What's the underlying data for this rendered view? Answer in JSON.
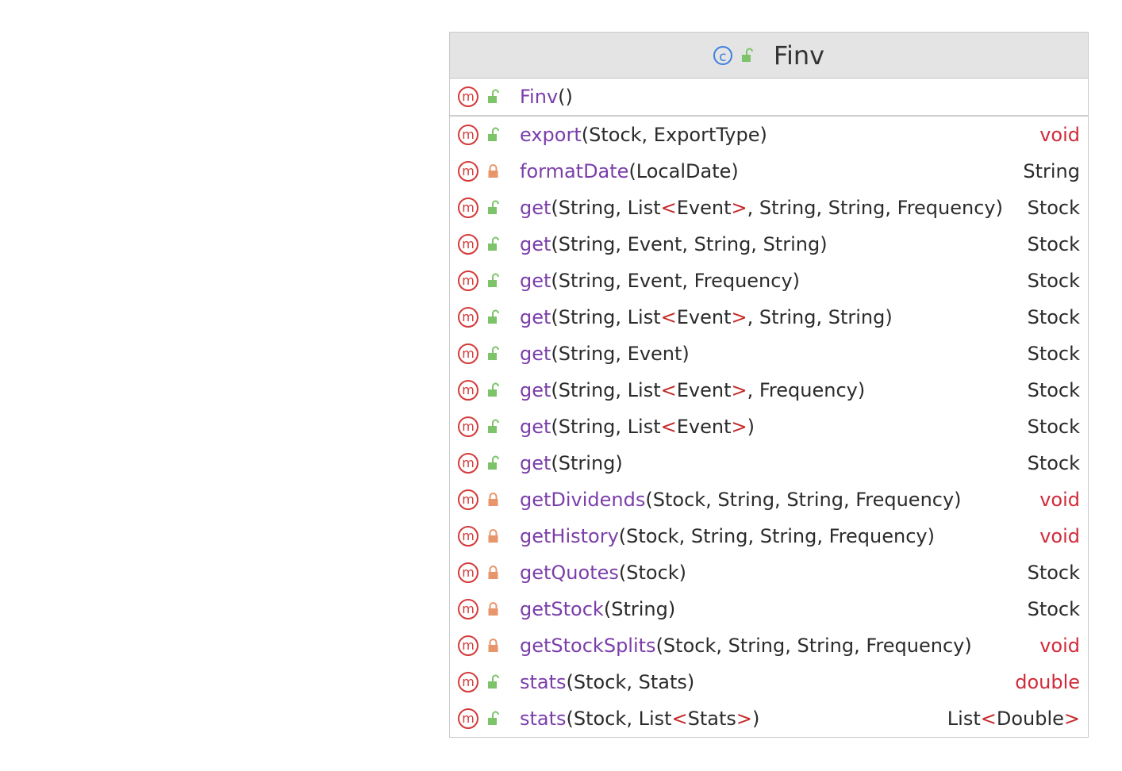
{
  "class": {
    "name": "Finv",
    "icon": "class-c-icon",
    "visibility": "public",
    "colors": {
      "class_icon": "#3d7fe0",
      "method_icon": "#d43a3a",
      "public_lock": "#7cc36a",
      "private_lock": "#e8956b",
      "method_name": "#7a3eaa",
      "keyword_return": "#d12b3a",
      "generic_bracket": "#c42a2a"
    }
  },
  "constructor": {
    "name": "Finv",
    "params": "()",
    "visibility": "public"
  },
  "methods": [
    {
      "name": "export",
      "params": "(Stock, ExportType)",
      "ret": "void",
      "visibility": "public",
      "kw": true
    },
    {
      "name": "formatDate",
      "params": "(LocalDate)",
      "ret": "String",
      "visibility": "private",
      "kw": false
    },
    {
      "name": "get",
      "params": "(String, List<Event>, String, String, Frequency)",
      "ret": "Stock",
      "visibility": "public",
      "kw": false
    },
    {
      "name": "get",
      "params": "(String, Event, String, String)",
      "ret": "Stock",
      "visibility": "public",
      "kw": false
    },
    {
      "name": "get",
      "params": "(String, Event, Frequency)",
      "ret": "Stock",
      "visibility": "public",
      "kw": false
    },
    {
      "name": "get",
      "params": "(String, List<Event>, String, String)",
      "ret": "Stock",
      "visibility": "public",
      "kw": false
    },
    {
      "name": "get",
      "params": "(String, Event)",
      "ret": "Stock",
      "visibility": "public",
      "kw": false
    },
    {
      "name": "get",
      "params": "(String, List<Event>, Frequency)",
      "ret": "Stock",
      "visibility": "public",
      "kw": false
    },
    {
      "name": "get",
      "params": "(String, List<Event>)",
      "ret": "Stock",
      "visibility": "public",
      "kw": false
    },
    {
      "name": "get",
      "params": "(String)",
      "ret": "Stock",
      "visibility": "public",
      "kw": false
    },
    {
      "name": "getDividends",
      "params": "(Stock, String, String, Frequency)",
      "ret": "void",
      "visibility": "private",
      "kw": true
    },
    {
      "name": "getHistory",
      "params": "(Stock, String, String, Frequency)",
      "ret": "void",
      "visibility": "private",
      "kw": true
    },
    {
      "name": "getQuotes",
      "params": "(Stock)",
      "ret": "Stock",
      "visibility": "private",
      "kw": false
    },
    {
      "name": "getStock",
      "params": "(String)",
      "ret": "Stock",
      "visibility": "private",
      "kw": false
    },
    {
      "name": "getStockSplits",
      "params": "(Stock, String, String, Frequency)",
      "ret": "void",
      "visibility": "private",
      "kw": true
    },
    {
      "name": "stats",
      "params": "(Stock, Stats)",
      "ret": "double",
      "visibility": "public",
      "kw": true
    },
    {
      "name": "stats",
      "params": "(Stock, List<Stats>)",
      "ret": "List<Double>",
      "visibility": "public",
      "kw": false
    }
  ]
}
